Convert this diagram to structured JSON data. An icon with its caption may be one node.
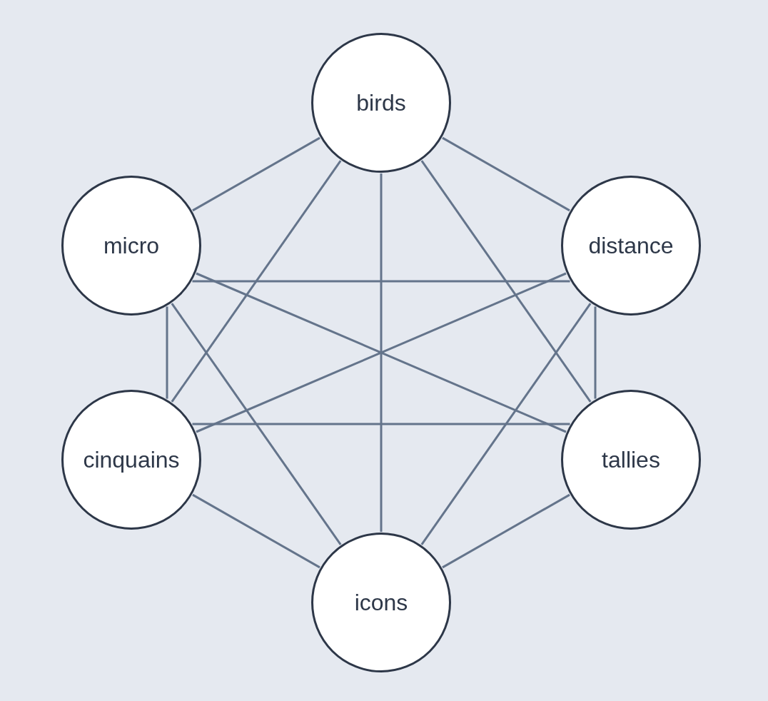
{
  "diagram": {
    "nodes": [
      {
        "text": [
          "birds"
        ]
      },
      {
        "text": [
          "micro"
        ]
      },
      {
        "text": [
          "distance"
        ]
      },
      {
        "text": [
          "cinquains"
        ]
      },
      {
        "text": [
          "tallies"
        ]
      },
      {
        "text": [
          "icons"
        ]
      }
    ],
    "edges": [
      {
        "from": 0,
        "to": 1,
        "arrow": "none"
      },
      {
        "from": 0,
        "to": 2,
        "arrow": "none"
      },
      {
        "from": 0,
        "to": 3,
        "arrow": "none"
      },
      {
        "from": 0,
        "to": 4,
        "arrow": "none"
      },
      {
        "from": 0,
        "to": 5,
        "arrow": "none"
      },
      {
        "from": 1,
        "to": 2,
        "arrow": "none"
      },
      {
        "from": 1,
        "to": 3,
        "arrow": "none"
      },
      {
        "from": 1,
        "to": 4,
        "arrow": "none"
      },
      {
        "from": 1,
        "to": 5,
        "arrow": "none"
      },
      {
        "from": 2,
        "to": 3,
        "arrow": "none"
      },
      {
        "from": 2,
        "to": 4,
        "arrow": "none"
      },
      {
        "from": 2,
        "to": 5,
        "arrow": "none"
      },
      {
        "from": 3,
        "to": 4,
        "arrow": "none"
      },
      {
        "from": 3,
        "to": 5,
        "arrow": "none"
      },
      {
        "from": 4,
        "to": 5,
        "arrow": "none"
      }
    ]
  }
}
